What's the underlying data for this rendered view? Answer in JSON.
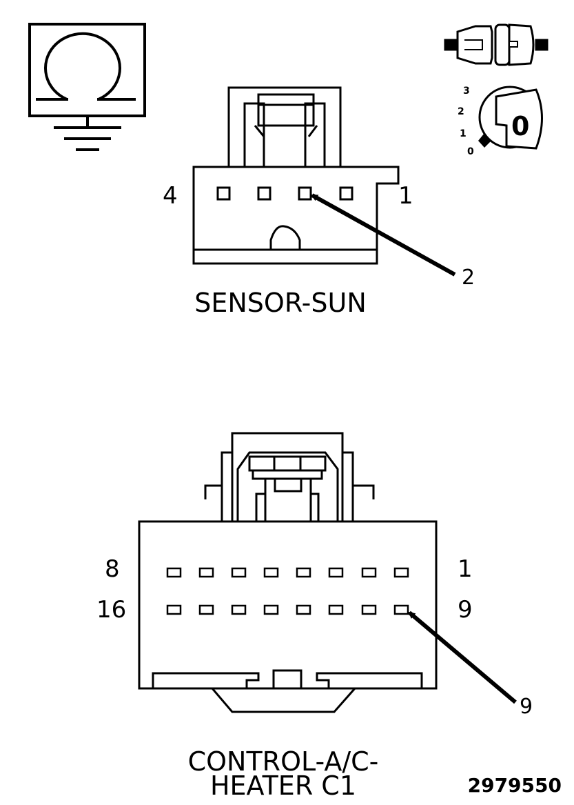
{
  "ground_icon": {
    "icon": "ohmmeter-ground-icon"
  },
  "connector_icon": {
    "icon": "connector-pair-icon"
  },
  "ignition_icon": {
    "icon": "ignition-key-icon",
    "positions": [
      "3",
      "2",
      "1",
      "0"
    ],
    "key_label": "0"
  },
  "sensor_sun": {
    "title": "SENSOR-SUN",
    "pin_left": "4",
    "pin_right": "1",
    "callout": "2"
  },
  "control_ac_heater": {
    "title_line1": "CONTROL-A/C-",
    "title_line2": "HEATER C1",
    "row1_left": "8",
    "row1_right": "1",
    "row2_left": "16",
    "row2_right": "9",
    "callout": "9"
  },
  "figure_number": "2979550"
}
